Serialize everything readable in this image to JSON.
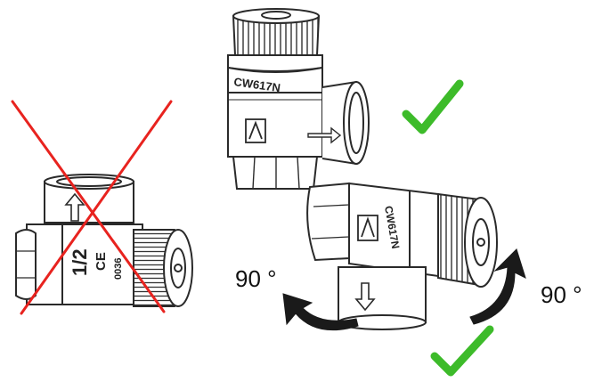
{
  "labels": {
    "rotation_left": "90 °",
    "rotation_right": "90 °",
    "valve_top_marking": "CW617N",
    "valve_rotated_marking": "CW617N",
    "valve_wrong_size": "1/2",
    "valve_wrong_ce": "CE",
    "valve_wrong_code": "0036"
  },
  "colors": {
    "cross": "#e8231f",
    "check": "#3dbb2a",
    "arrow": "#1a1a1a",
    "outline": "#2a2a2a"
  },
  "icons": {
    "wrong_mark": "x-cross-icon",
    "correct_mark": "checkmark-icon",
    "rotate_left": "rotate-counterclockwise-arrow-icon",
    "rotate_right": "rotate-clockwise-arrow-icon",
    "brand_logo": "a-triangle-logo-icon",
    "flow_arrow": "flow-direction-arrow-icon"
  }
}
